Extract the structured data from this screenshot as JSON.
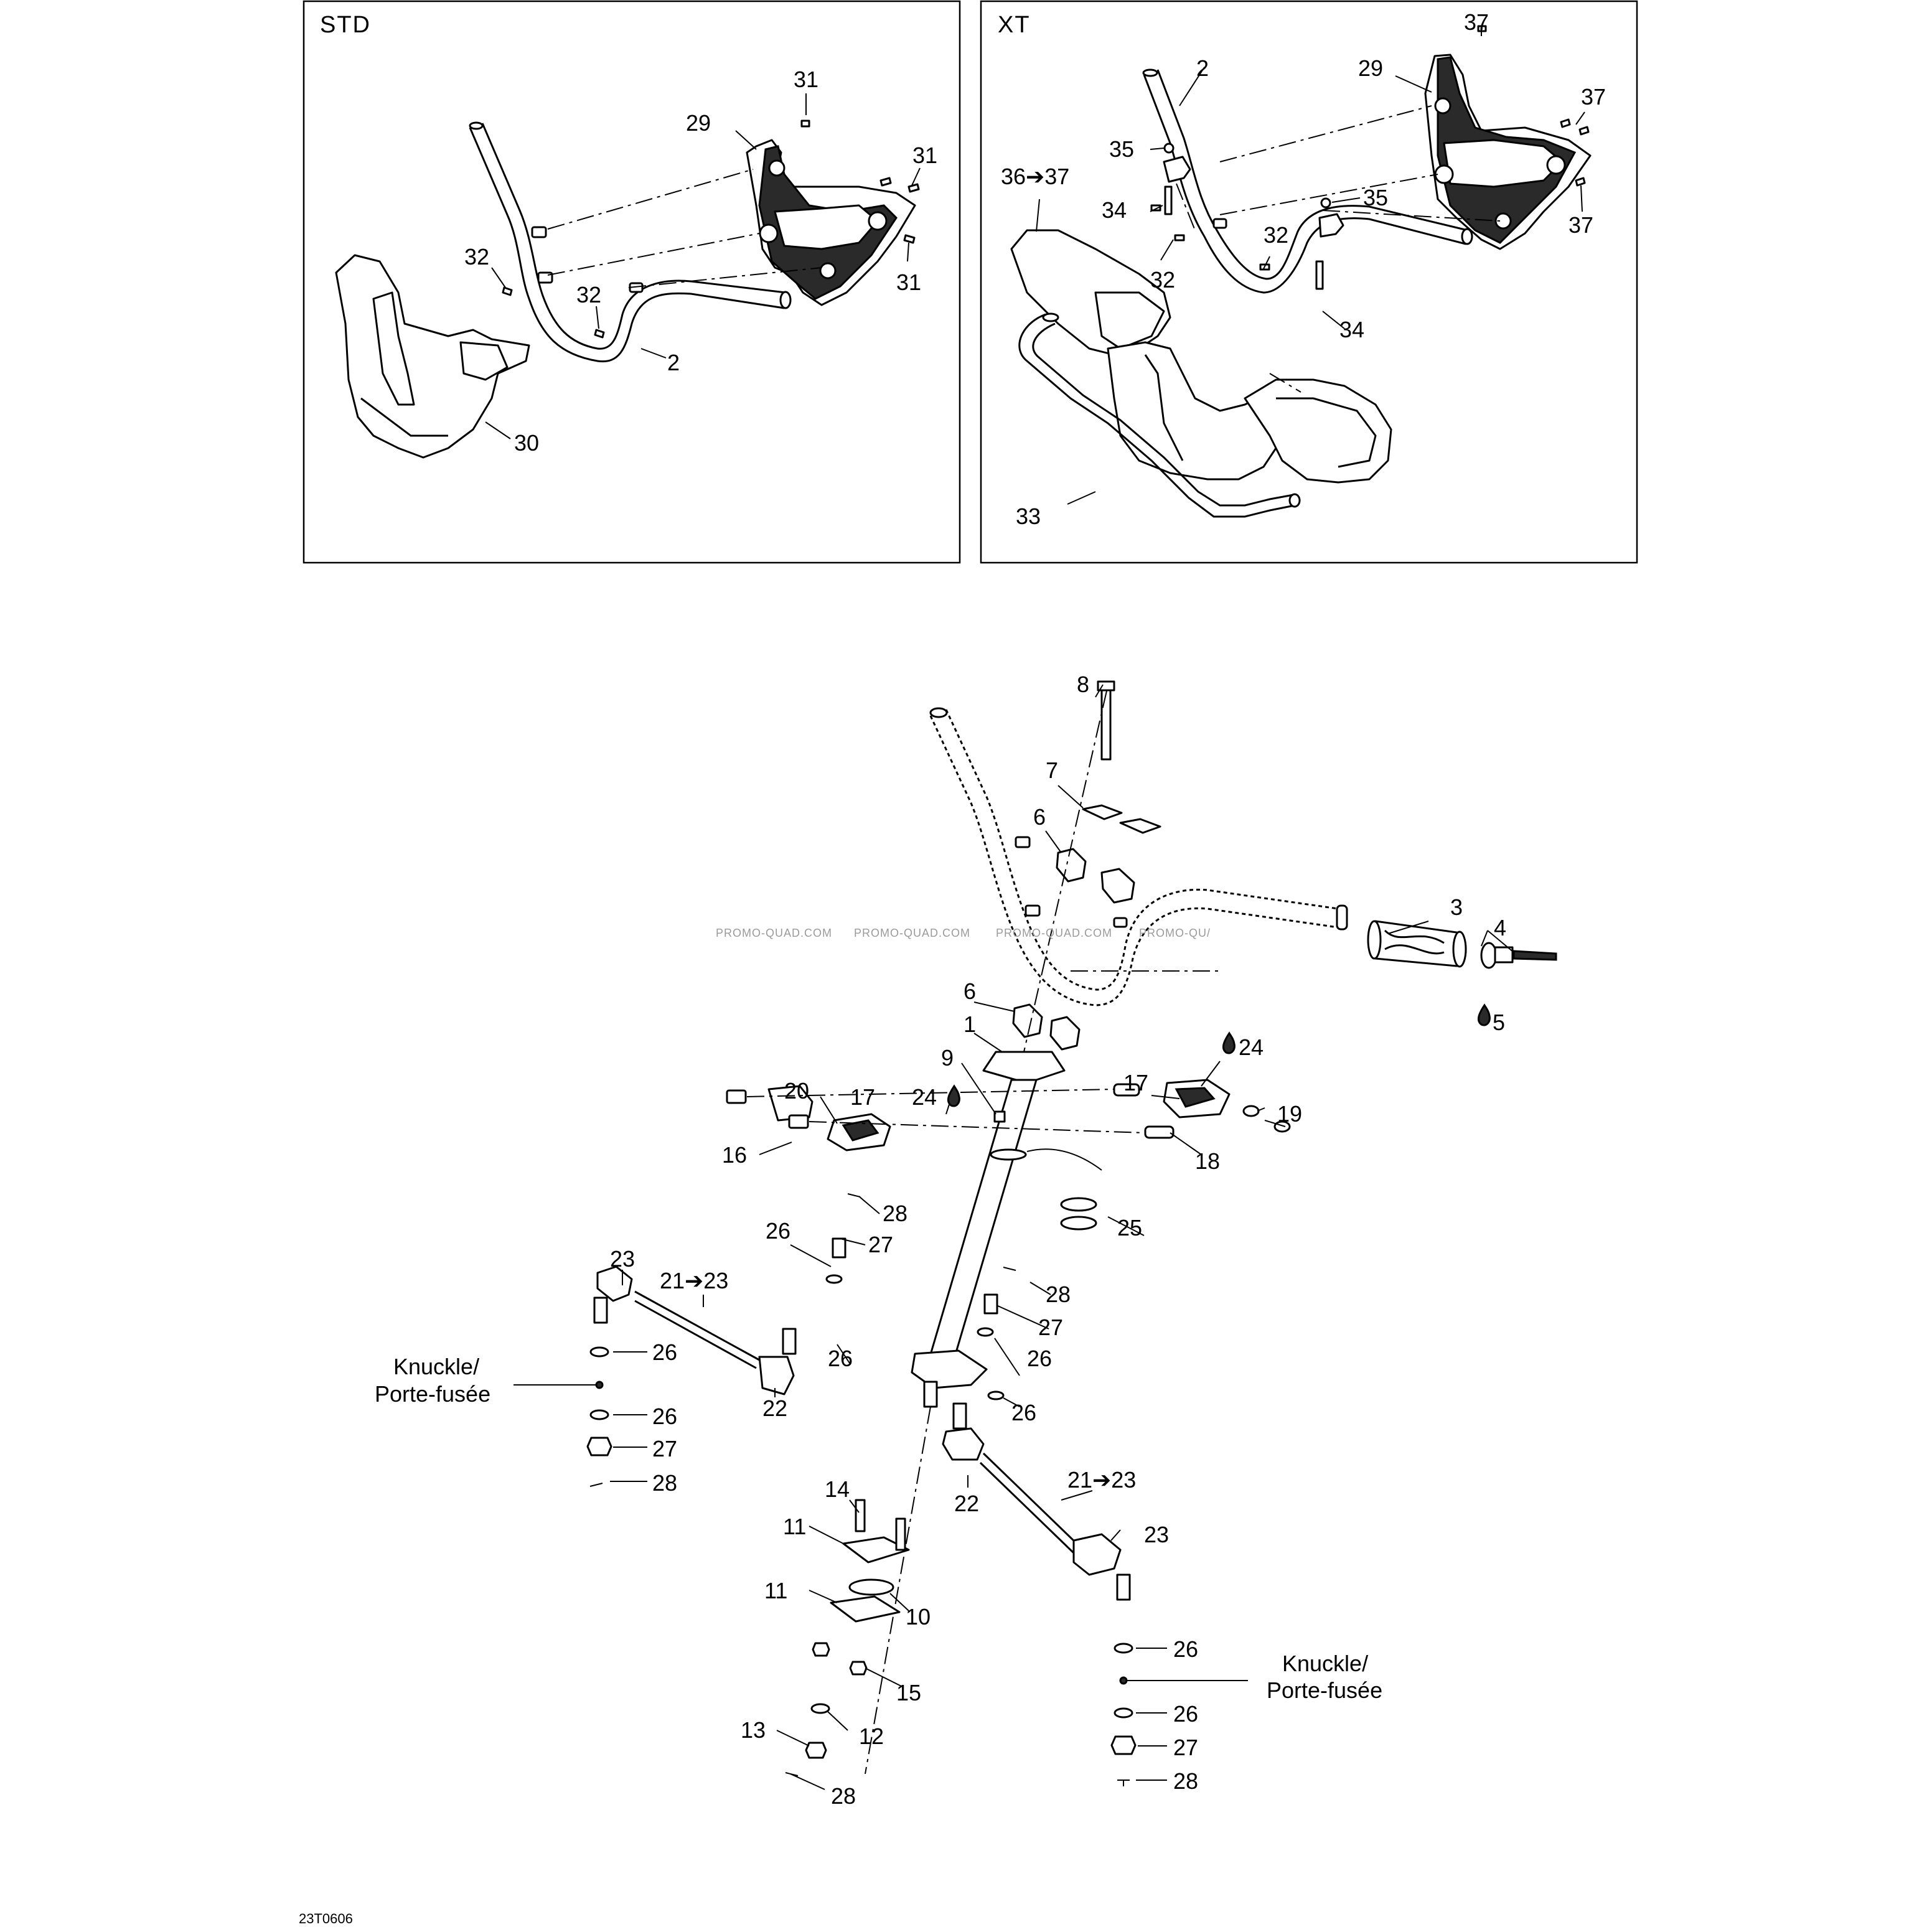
{
  "panels": {
    "std": {
      "title": "STD",
      "callouts": {
        "c29": "29",
        "c31a": "31",
        "c31b": "31",
        "c31c": "31",
        "c32a": "32",
        "c32b": "32",
        "c2": "2",
        "c30": "30"
      }
    },
    "xt": {
      "title": "XT",
      "callouts": {
        "c2": "2",
        "c29": "29",
        "c37a": "37",
        "c37b": "37",
        "c37c": "37",
        "c35a": "35",
        "c36": "36➔37",
        "c34a": "34",
        "c35b": "35",
        "c32a": "32",
        "c32b": "32",
        "c34b": "34",
        "c33": "33"
      }
    }
  },
  "main": {
    "callouts": {
      "c8": "8",
      "c7": "7",
      "c6a": "6",
      "c3": "3",
      "c4": "4",
      "c5": "5",
      "c6b": "6",
      "c1": "1",
      "c9": "9",
      "c24a": "24",
      "c24b": "24",
      "c20": "20",
      "c17a": "17",
      "c17b": "17",
      "c16": "16",
      "c19": "19",
      "c18": "18",
      "c28a": "28",
      "c26a": "26",
      "c27a": "27",
      "c25": "25",
      "c23a": "23",
      "c21a": "21➔23",
      "c28b": "28",
      "c27b": "27",
      "c26b": "26",
      "c26c": "26",
      "c26d": "26",
      "c22a": "22",
      "c26e": "26",
      "c26f": "26",
      "c27c": "27",
      "c28c": "28",
      "c21b": "21➔23",
      "c22b": "22",
      "c14": "14",
      "c11a": "11",
      "c23b": "23",
      "c11b": "11",
      "c10": "10",
      "c15": "15",
      "c13": "13",
      "c12": "12",
      "c28d": "28",
      "c26g": "26",
      "c26h": "26",
      "c27d": "27",
      "c28e": "28"
    },
    "knuckle_left": {
      "line1": "Knuckle/",
      "line2": "Porte-fusée"
    },
    "knuckle_right": {
      "line1": "Knuckle/",
      "line2": "Porte-fusée"
    },
    "watermark": [
      "PROMO-QUAD.COM",
      "PROMO-QUAD.COM",
      "PROMO-QUAD.COM",
      "PROMO-QU/"
    ]
  },
  "drawing_code": "23T0606"
}
